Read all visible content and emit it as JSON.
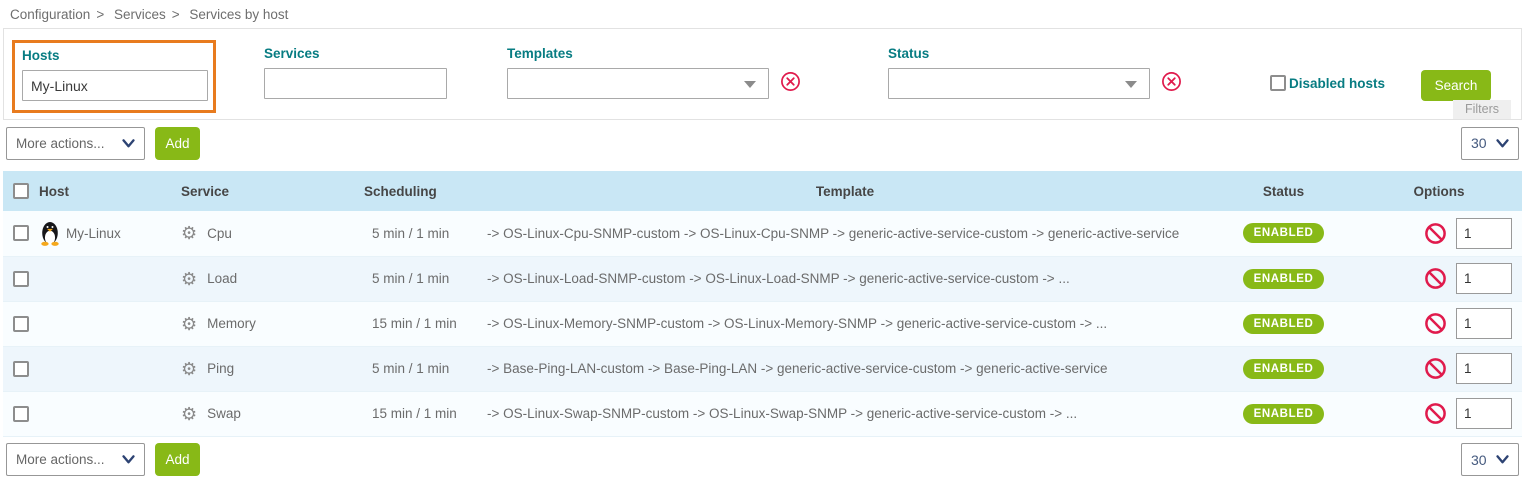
{
  "breadcrumb": {
    "separator": ">",
    "items": [
      "Configuration",
      "Services",
      "Services by host"
    ]
  },
  "filters": {
    "legend": "Filters",
    "hosts": {
      "label": "Hosts",
      "value": "My-Linux"
    },
    "services": {
      "label": "Services",
      "value": ""
    },
    "templates": {
      "label": "Templates",
      "value": ""
    },
    "status": {
      "label": "Status",
      "value": ""
    },
    "disabled_hosts_label": "Disabled hosts",
    "search_label": "Search"
  },
  "toolbar": {
    "more_actions_label": "More actions...",
    "add_label": "Add",
    "page_size": "30"
  },
  "table": {
    "headers": {
      "host": "Host",
      "service": "Service",
      "scheduling": "Scheduling",
      "template": "Template",
      "status": "Status",
      "options": "Options"
    },
    "rows": [
      {
        "host": "My-Linux",
        "service": "Cpu",
        "scheduling": "5 min / 1 min",
        "template": "-> OS-Linux-Cpu-SNMP-custom -> OS-Linux-Cpu-SNMP -> generic-active-service-custom -> generic-active-service",
        "status": "ENABLED",
        "options_value": "1"
      },
      {
        "host": "",
        "service": "Load",
        "scheduling": "5 min / 1 min",
        "template": "-> OS-Linux-Load-SNMP-custom -> OS-Linux-Load-SNMP -> generic-active-service-custom -> ...",
        "status": "ENABLED",
        "options_value": "1"
      },
      {
        "host": "",
        "service": "Memory",
        "scheduling": "15 min / 1 min",
        "template": "-> OS-Linux-Memory-SNMP-custom -> OS-Linux-Memory-SNMP -> generic-active-service-custom -> ...",
        "status": "ENABLED",
        "options_value": "1"
      },
      {
        "host": "",
        "service": "Ping",
        "scheduling": "5 min / 1 min",
        "template": "-> Base-Ping-LAN-custom -> Base-Ping-LAN -> generic-active-service-custom -> generic-active-service",
        "status": "ENABLED",
        "options_value": "1"
      },
      {
        "host": "",
        "service": "Swap",
        "scheduling": "15 min / 1 min",
        "template": "-> OS-Linux-Swap-SNMP-custom -> OS-Linux-Swap-SNMP -> generic-active-service-custom -> ...",
        "status": "ENABLED",
        "options_value": "1"
      }
    ]
  },
  "colors": {
    "accent_green": "#88b917",
    "label_teal": "#077c82",
    "highlight_orange": "#e87b1e",
    "alert_red": "#e01a4c",
    "table_header_bg": "#c9e7f5"
  }
}
